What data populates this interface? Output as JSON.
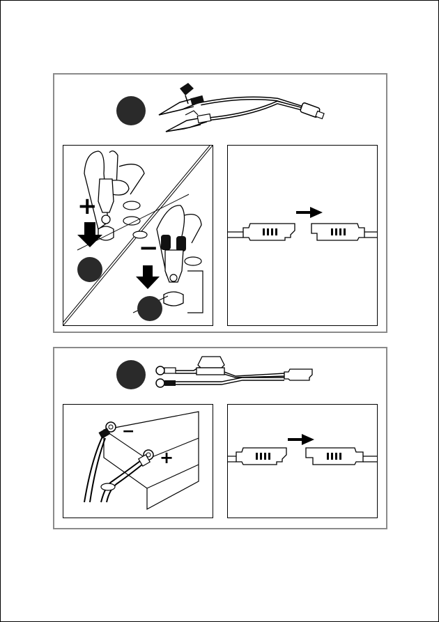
{
  "panels": [
    {
      "id": "clamp-connection",
      "symbols": {
        "positive": "+",
        "negative": "−"
      }
    },
    {
      "id": "ring-terminal-connection",
      "symbols": {
        "positive": "+",
        "negative": "−"
      }
    }
  ],
  "icons": [
    "step-dot",
    "alligator-clamp-harness",
    "ring-terminal-harness",
    "sae-connector",
    "down-arrow",
    "right-arrow"
  ],
  "colors": {
    "ink": "#000000",
    "panel_border": "#8a8a8a",
    "dot": "#2a2a2a"
  }
}
